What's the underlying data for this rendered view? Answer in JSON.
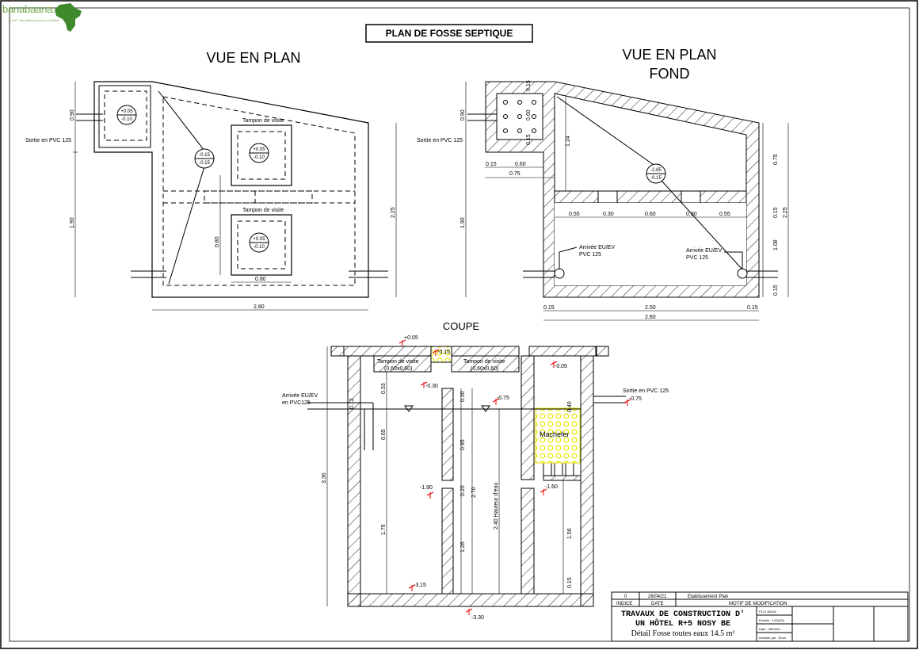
{
  "logo": {
    "text": "banabaana.com",
    "tagline": "Le N°1 des petites annonces en Afrique"
  },
  "title": "PLAN DE FOSSE SEPTIQUE",
  "views": {
    "plan": "VUE EN PLAN",
    "fond": [
      "VUE EN PLAN",
      "FOND"
    ],
    "coupe": "COUPE"
  },
  "labels": {
    "sortie_pvc": "Sortie en PVC 125",
    "tampon": "Tampon de visite",
    "arrivee": [
      "Arrivée EU/EV",
      "PVC 125"
    ],
    "arrivee_coupe": [
      "Arrivée EU/EV",
      "en PVC125"
    ],
    "tampon_coupe": [
      "Tampon de visite",
      "(0,60x0,60)"
    ],
    "machefer": "Machefer",
    "hauteur_eau": "2.40 Hauteur d'eau"
  },
  "levels": {
    "p005": "+0.05",
    "m010": "-0.10",
    "m015": "-0.15",
    "m015b": "-0.15",
    "m285": "-2.85",
    "m030": "-0.30",
    "m075": "-0.75",
    "m190": "-1.90",
    "m160": "-1.60",
    "m315": "-3.15",
    "m330": "-3.30",
    "m005": "-0.05",
    "m010b": "-0.10",
    "p005b": "+0.05",
    "m075b": "-0.75",
    "p005c": "+0.05"
  },
  "dims_plan": {
    "d090": "0.90",
    "d190": "1.90",
    "d225": "2.25",
    "d280": "2.80",
    "d080": "0.80",
    "d080b": "0.80"
  },
  "dims_fond": {
    "d090": "0.90",
    "d190": "1.90",
    "d015a": "0.15",
    "d060": "0.60",
    "d075": "0.75",
    "d124": "1.24",
    "d015top": "0.15",
    "d060v": "0.60",
    "d015v": "0.15",
    "r075": "0.75",
    "r015": "0.15",
    "r108": "1.08",
    "r015b": "0.15",
    "r225": "2.25",
    "s055": "0.55",
    "s030": "0.30",
    "s060": "0.60",
    "s030b": "0.30",
    "s055b": "0.55",
    "b015": "0.15",
    "b250": "2.50",
    "b015b": "0.15",
    "b280": "2.80"
  },
  "dims_coupe": {
    "d336": "3.36",
    "d033": "0.33",
    "d065": "0.65",
    "d176": "1.76",
    "d030": "0.30",
    "d095": "0.95",
    "d020": "0.20",
    "d126": "1.26",
    "d270": "2.70",
    "d040": "0.40",
    "d156": "1.56",
    "d015": "0.15",
    "d012": "0.12"
  },
  "cartouche": {
    "row1": [
      "0",
      "28/04/21",
      "Etablissement Plan"
    ],
    "row2": [
      "INDICE",
      "DATE",
      "MOTIF DE MODIFICATION"
    ],
    "project_l1": "TRAVAUX DE CONSTRUCTION D'",
    "project_l2": "UN HÔTEL R+5 NOSY BE",
    "detail": "Détail Fosse toutes eaux 14.5 m³",
    "meta": [
      "P121.60418",
      "Echelle : 1/20(A3)",
      "Date : 28/04/21",
      "Dessiné par : Erich"
    ]
  }
}
